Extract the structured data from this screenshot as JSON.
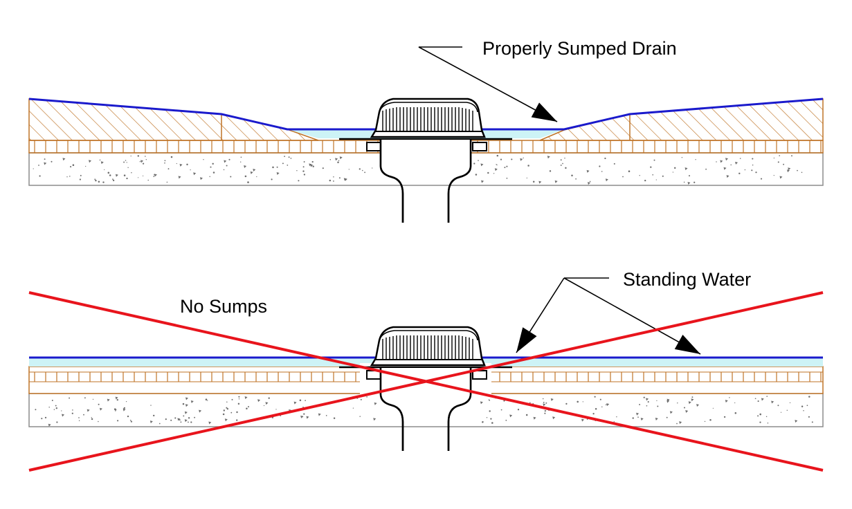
{
  "labels": {
    "properly_sumped_drain": "Properly Sumped Drain",
    "standing_water": "Standing Water",
    "no_sumps": "No Sumps"
  },
  "colors": {
    "membrane": "#1a1acc",
    "water": "#cdf3f6",
    "insulation": "#bf7326",
    "crossout": "#e8141c",
    "outline": "#000000",
    "concrete_border": "#8c8c8c",
    "speckle": "#6e6e6e"
  },
  "panels": [
    {
      "name": "sumped",
      "status": "correct"
    },
    {
      "name": "unsumped",
      "status": "incorrect"
    }
  ],
  "icons": [
    "roof-drain-icon",
    "crossout-icon",
    "leader-arrow-icon"
  ]
}
